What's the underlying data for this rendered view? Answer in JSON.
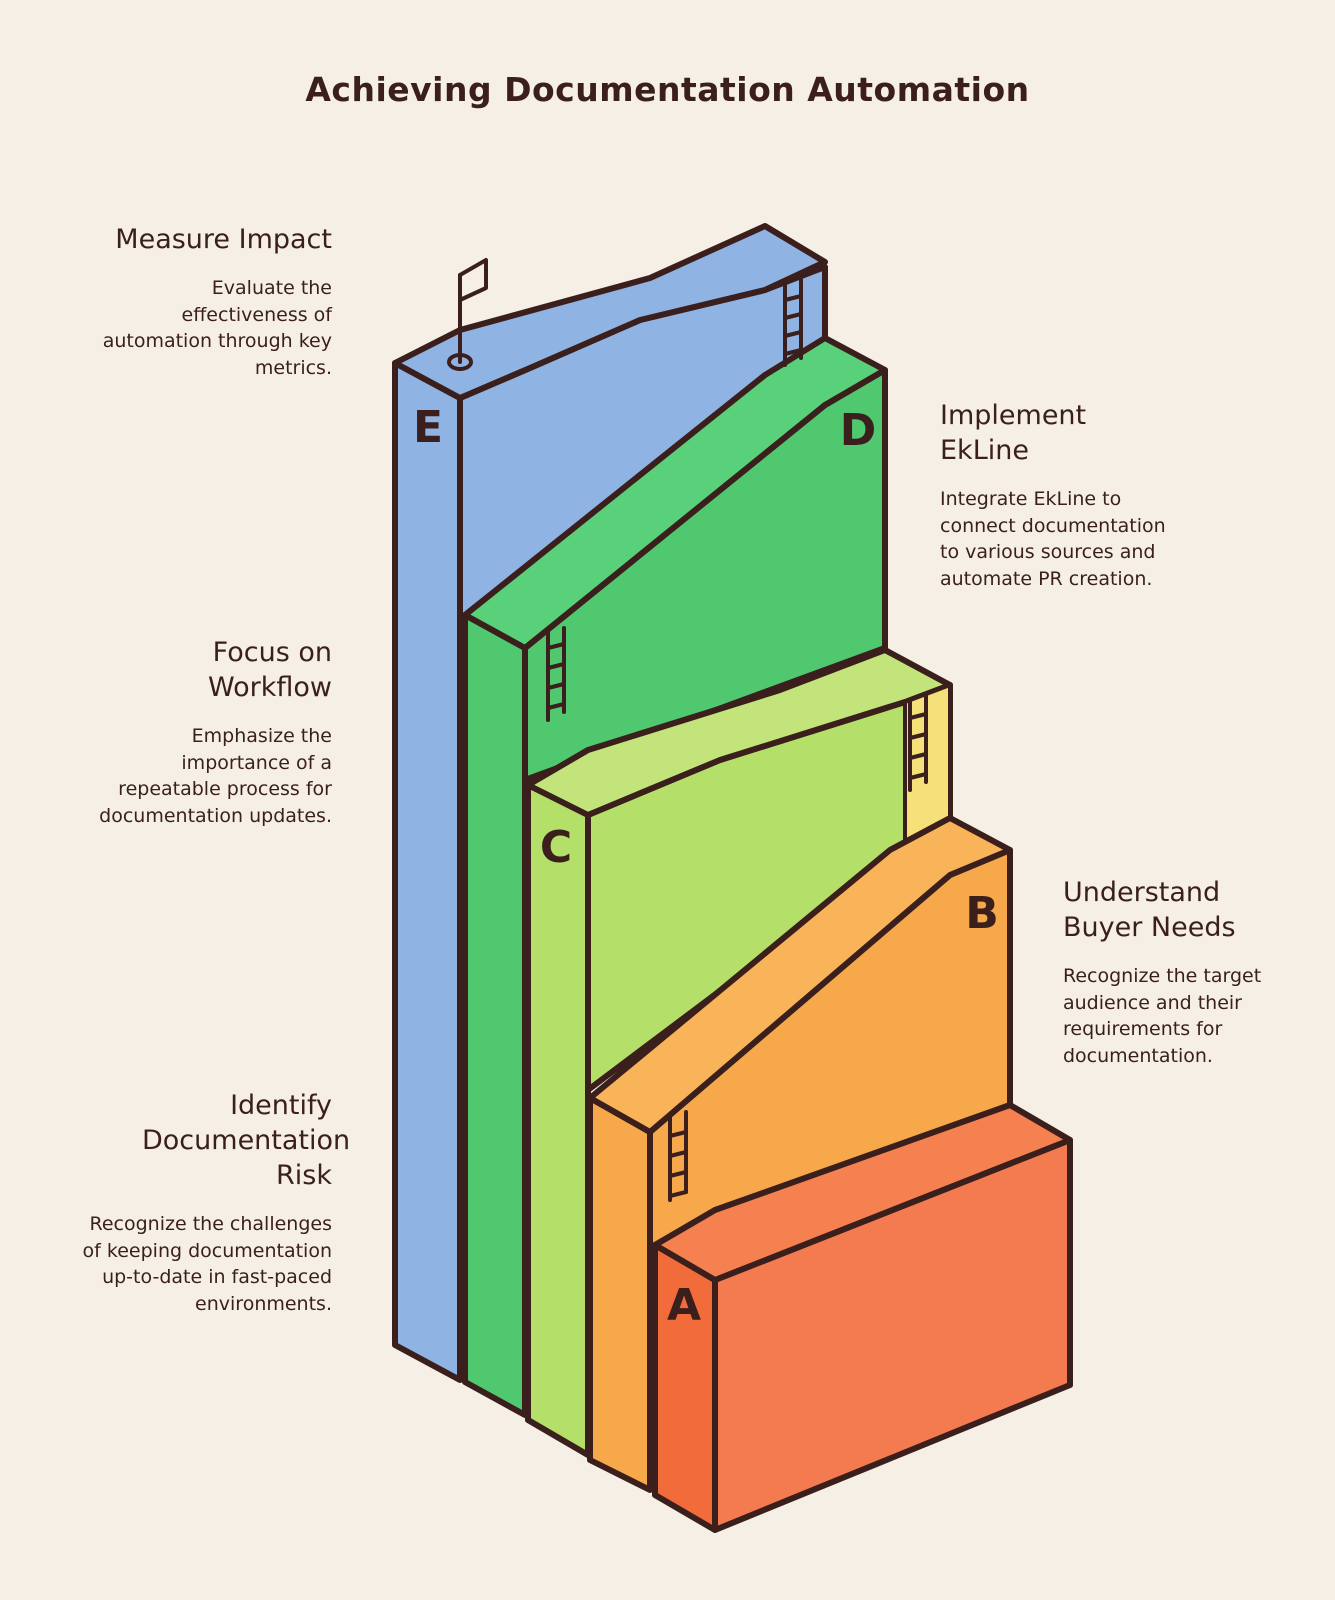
{
  "title": "Achieving Documentation Automation",
  "colors": {
    "background": "#f5efe5",
    "outline": "#3a1f1c",
    "step_a": "#f26b3a",
    "step_b": "#f7a84a",
    "step_c": "#b4e06a",
    "step_d": "#4fc870",
    "step_e": "#8fb3e3",
    "yellow_face": "#f5e07a"
  },
  "steps": [
    {
      "letter": "A",
      "heading": "Identify Documentation Risk",
      "description": "Recognize the challenges of keeping documentation up-to-date in fast-paced environments."
    },
    {
      "letter": "B",
      "heading": "Understand Buyer Needs",
      "description": "Recognize the target audience and their requirements for documentation."
    },
    {
      "letter": "C",
      "heading": "Focus on Workflow",
      "description": "Emphasize the importance of a repeatable process for documentation updates."
    },
    {
      "letter": "D",
      "heading": "Implement EkLine",
      "description": "Integrate EkLine to connect documentation to various sources and automate PR creation."
    },
    {
      "letter": "E",
      "heading": "Measure Impact",
      "description": "Evaluate the effectiveness of automation through key metrics."
    }
  ]
}
